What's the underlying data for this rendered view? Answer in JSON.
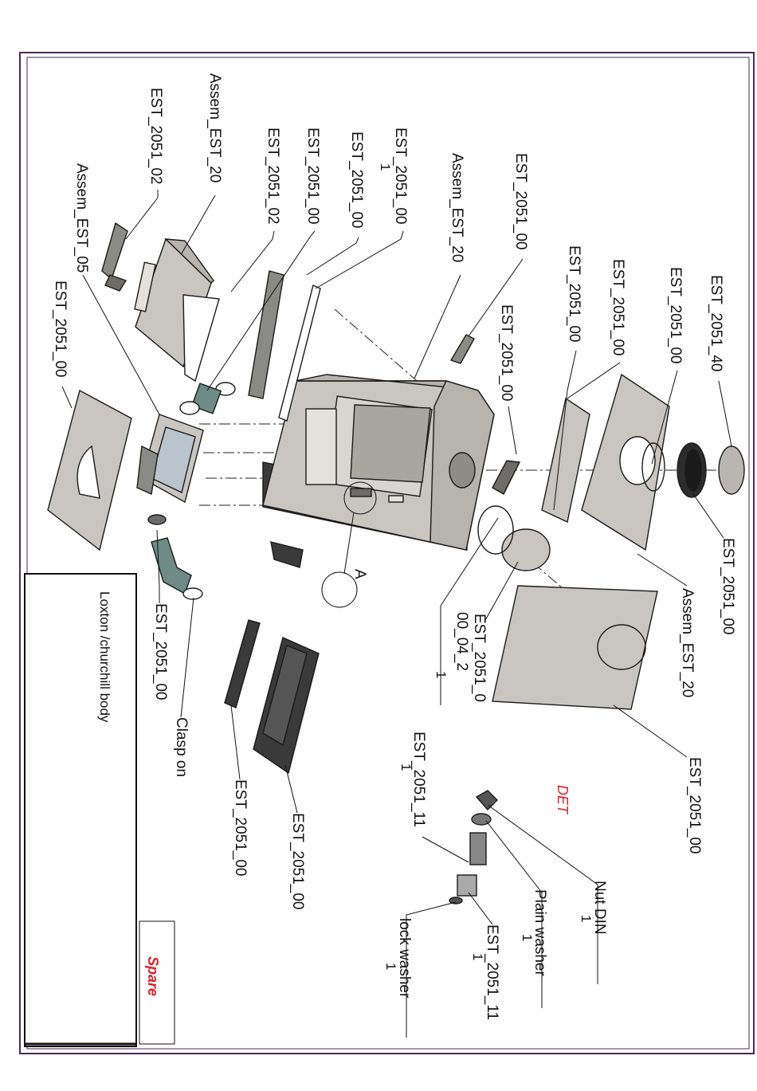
{
  "title_block": {
    "description": "Loxton /churchill body",
    "stamp": "Spare"
  },
  "detail_label": "DET",
  "detail_marker": "A",
  "callouts": [
    {
      "id": "c1",
      "text": "EST_2051_02"
    },
    {
      "id": "c2",
      "text": "Assem_EST_20"
    },
    {
      "id": "c3",
      "text": "EST_2051_02"
    },
    {
      "id": "c4",
      "text": "EST_2051_00"
    },
    {
      "id": "c5",
      "text": "EST_2051_00"
    },
    {
      "id": "c6",
      "text": "EST_2051_00"
    },
    {
      "id": "c6q",
      "text": "1"
    },
    {
      "id": "c7",
      "text": "Assem_EST_20"
    },
    {
      "id": "c8",
      "text": "EST_2051_00"
    },
    {
      "id": "c9",
      "text": "EST_2051_00"
    },
    {
      "id": "c10",
      "text": "EST_2051_00"
    },
    {
      "id": "c11",
      "text": "EST_2051_00"
    },
    {
      "id": "c12",
      "text": "EST_2051_00"
    },
    {
      "id": "c13",
      "text": "EST_2051_40"
    },
    {
      "id": "c14",
      "text": "Assem_EST_05"
    },
    {
      "id": "c15",
      "text": "EST_2051_00"
    },
    {
      "id": "c16",
      "text": "EST_2051_00"
    },
    {
      "id": "c17",
      "text": "Assem_EST_20"
    },
    {
      "id": "c18",
      "text": "EST_2051_00"
    },
    {
      "id": "c19a",
      "text": "EST_2051_0"
    },
    {
      "id": "c19b",
      "text": "00_04_2"
    },
    {
      "id": "c19q",
      "text": "1"
    },
    {
      "id": "c20",
      "text": "EST_2051_00"
    },
    {
      "id": "c21",
      "text": "Clasp on"
    },
    {
      "id": "c22",
      "text": "EST_2051_00"
    },
    {
      "id": "c23",
      "text": "EST_2051_00"
    },
    {
      "id": "c24",
      "text": "EST_2051_11"
    },
    {
      "id": "c24q",
      "text": "1"
    },
    {
      "id": "c25",
      "text": "Nut DIN"
    },
    {
      "id": "c25q",
      "text": "1"
    },
    {
      "id": "c26",
      "text": "Plain washer"
    },
    {
      "id": "c26q",
      "text": "1"
    },
    {
      "id": "c27",
      "text": "EST_2051_11"
    },
    {
      "id": "c27q",
      "text": "1"
    },
    {
      "id": "c28",
      "text": "lock washer"
    },
    {
      "id": "c28q",
      "text": "1"
    }
  ]
}
